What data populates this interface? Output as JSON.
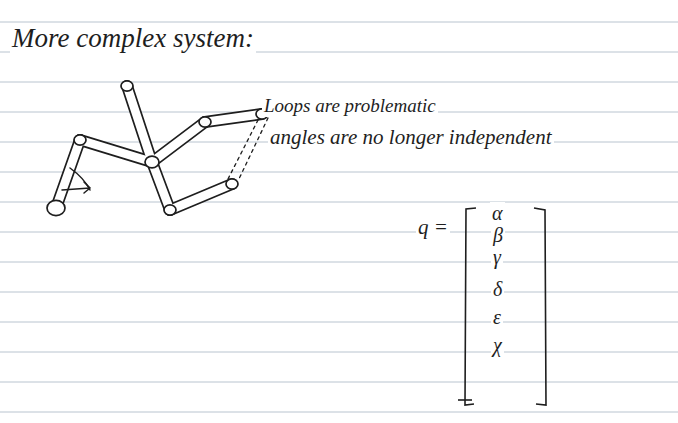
{
  "diagram": {
    "title": "More complex system:",
    "labels": [
      "Loops are problematic",
      "angles are no longer independent",
      "q =",
      "α",
      "β",
      "γ",
      "δ",
      "ε",
      "χ"
    ]
  }
}
